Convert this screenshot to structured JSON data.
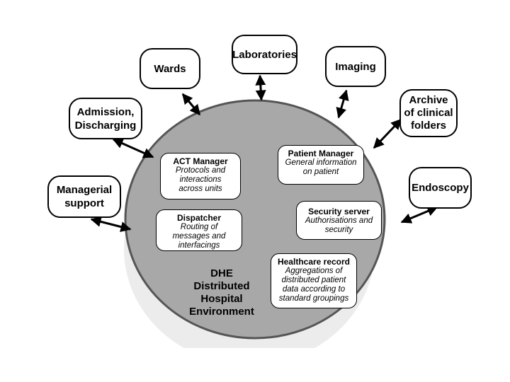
{
  "diagram": {
    "center": {
      "label": "DHE\nDistributed\nHospital\nEnvironment"
    },
    "external_nodes": [
      {
        "id": "wards",
        "label": "Wards"
      },
      {
        "id": "laboratories",
        "label": "Laboratories"
      },
      {
        "id": "imaging",
        "label": "Imaging"
      },
      {
        "id": "admission",
        "label": "Admission,\nDischarging"
      },
      {
        "id": "archive",
        "label": "Archive\nof clinical\nfolders"
      },
      {
        "id": "managerial",
        "label": "Managerial\nsupport"
      },
      {
        "id": "endoscopy",
        "label": "Endoscopy"
      }
    ],
    "services": [
      {
        "id": "act",
        "title": "ACT Manager",
        "desc": "Protocols and\ninteractions\nacross units"
      },
      {
        "id": "patient",
        "title": "Patient Manager",
        "desc": "General information\non patient"
      },
      {
        "id": "dispatcher",
        "title": "Dispatcher",
        "desc": "Routing of\nmessages and\ninterfacings"
      },
      {
        "id": "security",
        "title": "Security server",
        "desc": "Authorisations and\nsecurity"
      },
      {
        "id": "healthcare",
        "title": "Healthcare record",
        "desc": "Aggregations of\ndistributed patient\ndata  according to\nstandard groupings"
      }
    ],
    "colors": {
      "ellipse_fill": "#a8a8a8",
      "ellipse_stroke": "#555555",
      "shadow": "#ececec",
      "line": "#000000"
    }
  }
}
